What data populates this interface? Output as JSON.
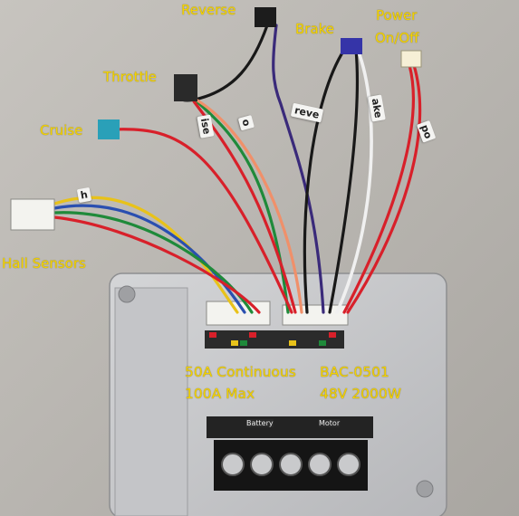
{
  "labels": {
    "reverse": "Reverse",
    "brake": "Brake",
    "power": "Power",
    "power_sub": "On/Off",
    "throttle": "Throttle",
    "cruise": "Cruise",
    "hall": "Hall Sensors"
  },
  "specs": {
    "continuous": "50A Continuous",
    "max": "100A Max",
    "model": "BAC-0501",
    "rating": "48V 2000W"
  },
  "wire_tags": {
    "cruise": "ise",
    "throttle": "o",
    "reverse": "reve",
    "brake": "ake",
    "power": "po",
    "hall": "h"
  },
  "panel": {
    "battery": "Battery",
    "motor": "Motor"
  },
  "colors": {
    "label": "#f5d400",
    "housing": "#c8c9cb",
    "red": "#d8202a",
    "green": "#1f8a3a",
    "blue": "#2a4fb0",
    "yellow": "#e8c21a",
    "orange": "#f0906a",
    "purple": "#3a2a7a",
    "black": "#181818"
  }
}
